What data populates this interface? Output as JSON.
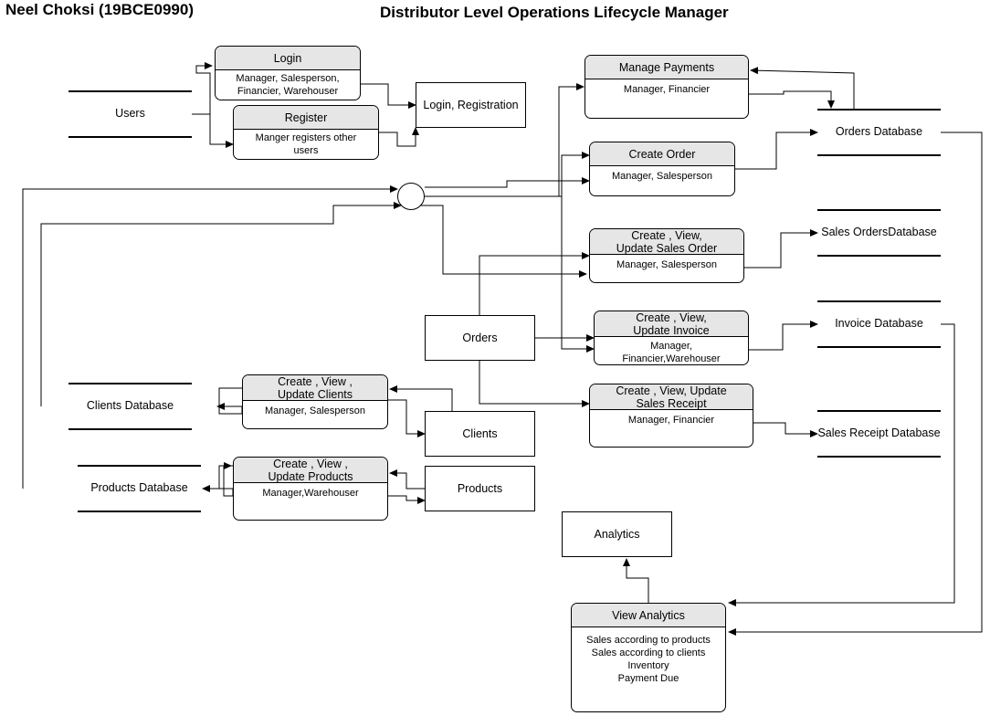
{
  "header": {
    "author": "Neel Choksi (19BCE0990)",
    "title": "Distributor Level Operations Lifecycle Manager"
  },
  "processes": {
    "login": {
      "title": "Login",
      "body": "Manager, Salesperson,\nFinancier, Warehouser"
    },
    "register": {
      "title": "Register",
      "body": "Manger registers other\nusers"
    },
    "manage_payments": {
      "title": "Manage Payments",
      "body": "Manager, Financier"
    },
    "create_order": {
      "title": "Create Order",
      "body": "Manager, Salesperson"
    },
    "sales_order": {
      "title": "Create , View,\nUpdate Sales Order",
      "body": "Manager, Salesperson"
    },
    "invoice": {
      "title": "Create , View,\nUpdate Invoice",
      "body": "Manager,\nFinancier,Warehouser"
    },
    "sales_receipt": {
      "title": "Create , View, Update\nSales Receipt",
      "body": "Manager, Financier"
    },
    "clients": {
      "title": "Create , View ,\nUpdate Clients",
      "body": "Manager, Salesperson"
    },
    "products": {
      "title": "Create , View ,\nUpdate Products",
      "body": "Manager,Warehouser"
    },
    "view_analytics": {
      "title": "View Analytics",
      "body": "Sales according to products\nSales according to clients\nInventory\nPayment Due"
    }
  },
  "entities": {
    "login_registration": "Login, Registration",
    "orders": "Orders",
    "clients": "Clients",
    "products": "Products",
    "analytics": "Analytics"
  },
  "stores": {
    "users": "Users",
    "orders_db": "Orders Database",
    "sales_orders_db": "Sales OrdersDatabase",
    "invoice_db": "Invoice Database",
    "sales_receipt_db": "Sales Receipt Database",
    "clients_db": "Clients Database",
    "products_db": "Products Database"
  }
}
